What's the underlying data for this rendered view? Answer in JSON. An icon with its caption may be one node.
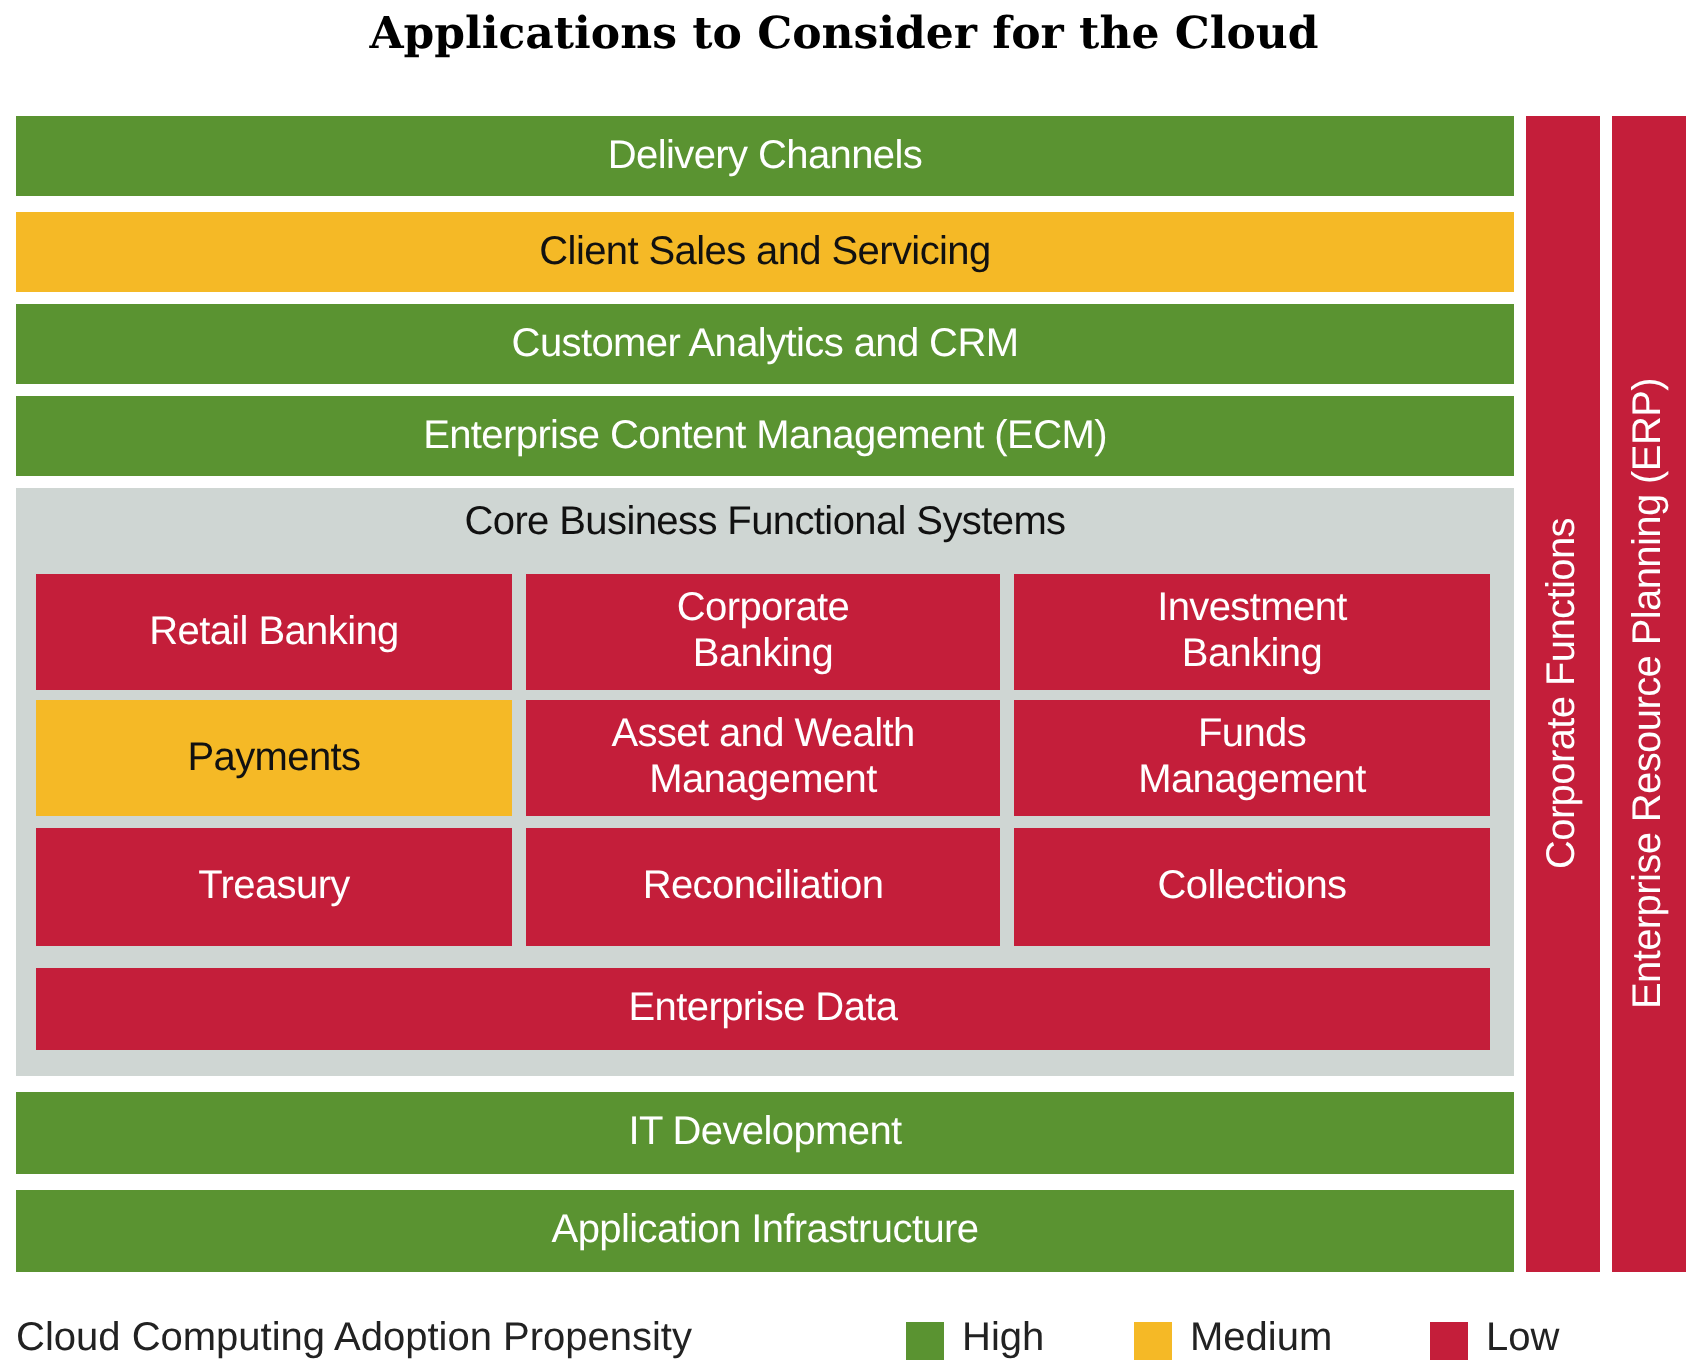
{
  "diagram": {
    "title": "Applications to Consider for the Cloud",
    "nodes": [
      {
        "text": [
          "Delivery Channels"
        ]
      },
      {
        "text": [
          "Client Sales and Servicing"
        ]
      },
      {
        "text": [
          "Customer Analytics and CRM"
        ]
      },
      {
        "text": [
          "Enterprise Content Management (ECM)"
        ]
      },
      {
        "text": [
          "Core Business Functional Systems"
        ]
      },
      {
        "text": [
          "Retail Banking"
        ],
        "in": 4
      },
      {
        "text": [
          "Corporate Banking"
        ],
        "in": 4
      },
      {
        "text": [
          "Investment Banking"
        ],
        "in": 4
      },
      {
        "text": [
          "Payments"
        ],
        "in": 4
      },
      {
        "text": [
          "Asset and Wealth Management"
        ],
        "in": 4
      },
      {
        "text": [
          "Funds Management"
        ],
        "in": 4
      },
      {
        "text": [
          "Treasury"
        ],
        "in": 4
      },
      {
        "text": [
          "Reconciliation"
        ],
        "in": 4
      },
      {
        "text": [
          "Collections"
        ],
        "in": 4
      },
      {
        "text": [
          "Enterprise Data"
        ],
        "in": 4
      },
      {
        "text": [
          "IT Development"
        ]
      },
      {
        "text": [
          "Application Infrastructure"
        ]
      },
      {
        "text": [
          "Corporate Functions"
        ]
      },
      {
        "text": [
          "Enterprise Resource Planning (ERP)"
        ]
      }
    ],
    "edges": [],
    "labels": [
      "Cloud Computing Adoption Propensity"
    ],
    "legend": [
      {
        "text": "High",
        "color": "#5a9331"
      },
      {
        "text": "Medium",
        "color": "#f5b926"
      },
      {
        "text": "Low",
        "color": "#c41e3a"
      }
    ]
  }
}
